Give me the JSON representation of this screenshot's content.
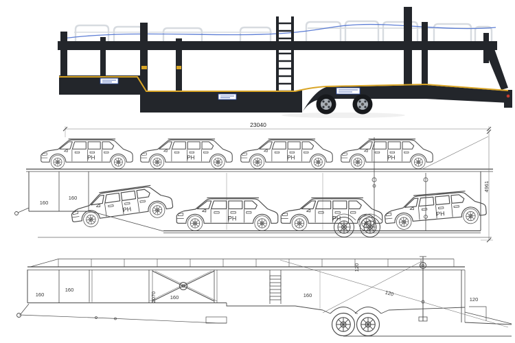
{
  "photo": {
    "body_color": "#23262b",
    "stripe_color": "#d9a526",
    "cable_color": "#4a6fd0",
    "rail_color": "#d7dbe0"
  },
  "loaded_drawing": {
    "dim_total_length": "23040",
    "dim_total_height": "4961",
    "dim_left_a": "160",
    "dim_left_b": "160",
    "car_badge": "PH",
    "top_deck_car_count": 4,
    "lower_deck_car_count": 4
  },
  "chassis_drawing": {
    "dim_left_a": "160",
    "dim_left_b": "160",
    "dim_neck_height": "2070",
    "dim_mid": "160",
    "dim_rear_mid": "160",
    "dim_post": "120",
    "dim_slope": "120",
    "dim_tail": "120"
  }
}
